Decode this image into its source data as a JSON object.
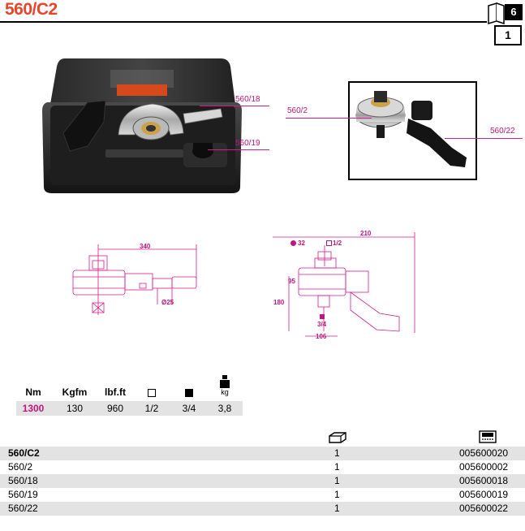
{
  "header": {
    "title": "560/C2",
    "page_number": "6",
    "section_number": "1"
  },
  "callouts": {
    "case_top": "560/18",
    "case_bottom": "560/19",
    "inset_left": "560/2",
    "inset_right": "560/22"
  },
  "drawing_left": {
    "length": "340",
    "diameter": "Ø25"
  },
  "drawing_right": {
    "hex_size": "32",
    "square_drive_in": "1/2",
    "width": "210",
    "height_head": "95",
    "height_total": "180",
    "square_drive_out": "3/4",
    "depth": "106"
  },
  "specs": {
    "headers": [
      "Nm",
      "Kgfm",
      "lbf.ft",
      "",
      "",
      "kg"
    ],
    "values": [
      "1300",
      "130",
      "960",
      "1/2",
      "3/4",
      "3,8"
    ],
    "highlight_color": "#c0157c",
    "icons": [
      "square-drive-outline-icon",
      "square-drive-solid-icon",
      "weight-icon"
    ]
  },
  "parts": {
    "qty_icon": "tray-icon",
    "code_icon": "register-icon",
    "rows": [
      {
        "name": "560/C2",
        "qty": "1",
        "code": "005600020"
      },
      {
        "name": "560/2",
        "qty": "1",
        "code": "005600002"
      },
      {
        "name": "560/18",
        "qty": "1",
        "code": "005600018"
      },
      {
        "name": "560/19",
        "qty": "1",
        "code": "005600019"
      },
      {
        "name": "560/22",
        "qty": "1",
        "code": "005600022"
      }
    ]
  },
  "colors": {
    "title": "#e8452a",
    "callout": "#d41c8c",
    "band": "#e3e3e3"
  }
}
